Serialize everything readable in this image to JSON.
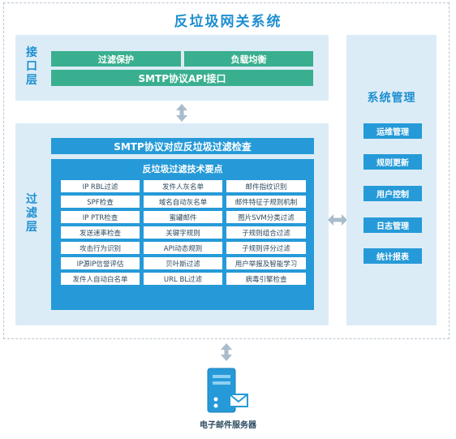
{
  "title": "反垃圾网关系统",
  "interface_layer": {
    "label": "接口层",
    "boxes": [
      "过滤保护",
      "负载均衡",
      "SMTP协议API接口"
    ]
  },
  "filter_layer": {
    "label": "过滤层",
    "header": "SMTP协议对应反垃圾过滤检查",
    "tech_title": "反垃圾过滤技术要点",
    "items": [
      "IP RBL过滤",
      "发件人灰名单",
      "邮件指纹识别",
      "SPF检查",
      "域名自动灰名单",
      "邮件特征子规则机制",
      "IP PTR检查",
      "蜜罐邮件",
      "图片SVM分类过滤",
      "发送速率检查",
      "关键字规则",
      "子规则组合过滤",
      "攻击行为识别",
      "API动态规则",
      "子规则评分过滤",
      "IP源IP信誉评估",
      "贝叶斯过滤",
      "用户举报及智能学习",
      "发件人自动白名单",
      "URL BL过滤",
      "病毒引擎检查"
    ]
  },
  "management": {
    "title": "系统管理",
    "buttons": [
      "运维管理",
      "规则更新",
      "用户控制",
      "日志管理",
      "统计报表"
    ]
  },
  "server": {
    "label": "电子邮件服务器"
  },
  "colors": {
    "accent": "#1e8fd0",
    "panel": "#dcecf7",
    "green": "#3aaf8f",
    "blue": "#269ad8",
    "arrow": "#a9bccb"
  },
  "icons": [
    "double-arrow-vertical-icon",
    "double-arrow-horizontal-icon",
    "mail-server-icon"
  ]
}
